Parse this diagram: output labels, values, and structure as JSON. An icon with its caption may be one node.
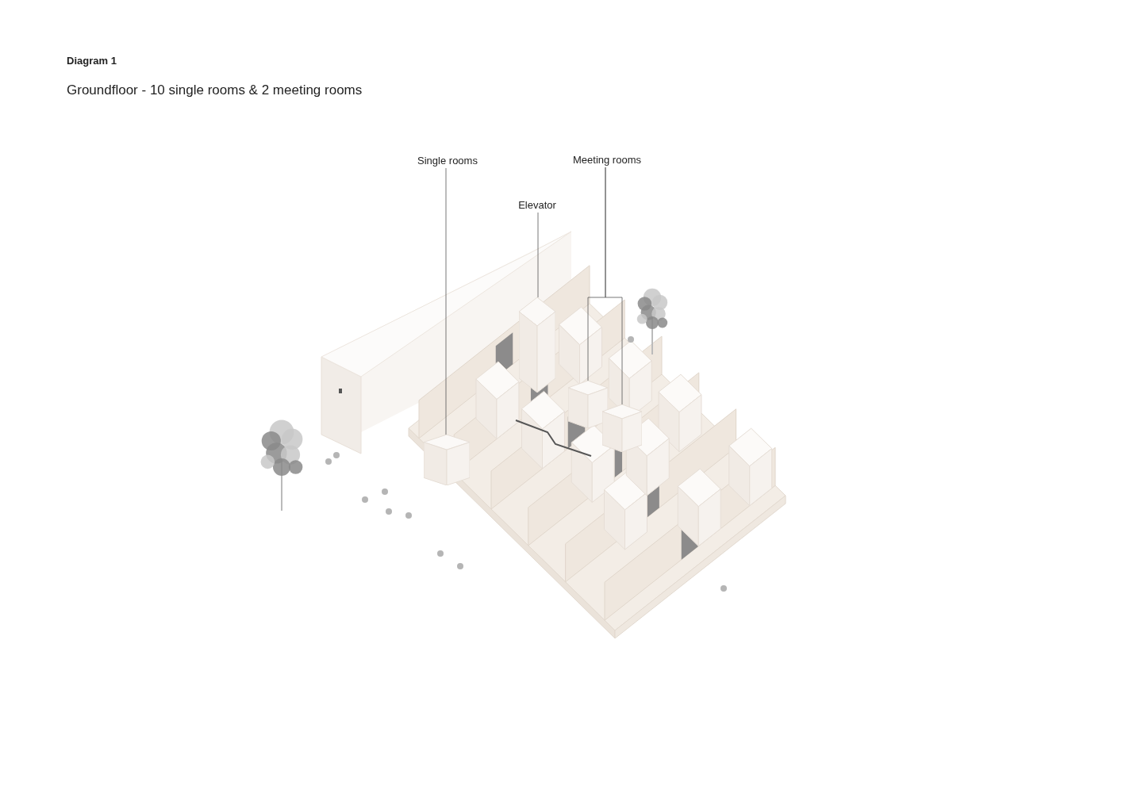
{
  "diagram": {
    "title": "Diagram 1",
    "nodes": [
      {
        "text": [
          "Single rooms"
        ]
      },
      {
        "text": [],
        "shape": "box"
      },
      {
        "text": [
          "Elevator"
        ]
      },
      {
        "text": [],
        "shape": "box"
      },
      {
        "text": [
          "Meeting rooms"
        ]
      },
      {
        "text": [],
        "shape": "box"
      },
      {
        "text": [],
        "shape": "box"
      }
    ],
    "edges": [
      {
        "from": 0,
        "to": 1,
        "arrow": "none"
      },
      {
        "from": 2,
        "to": 3,
        "arrow": "none"
      },
      {
        "from": 4,
        "to": 5,
        "arrow": "none"
      },
      {
        "from": 4,
        "to": 6,
        "arrow": "none"
      }
    ],
    "labels": [
      "Groundfloor - 10 single rooms & 2 meeting rooms"
    ]
  }
}
